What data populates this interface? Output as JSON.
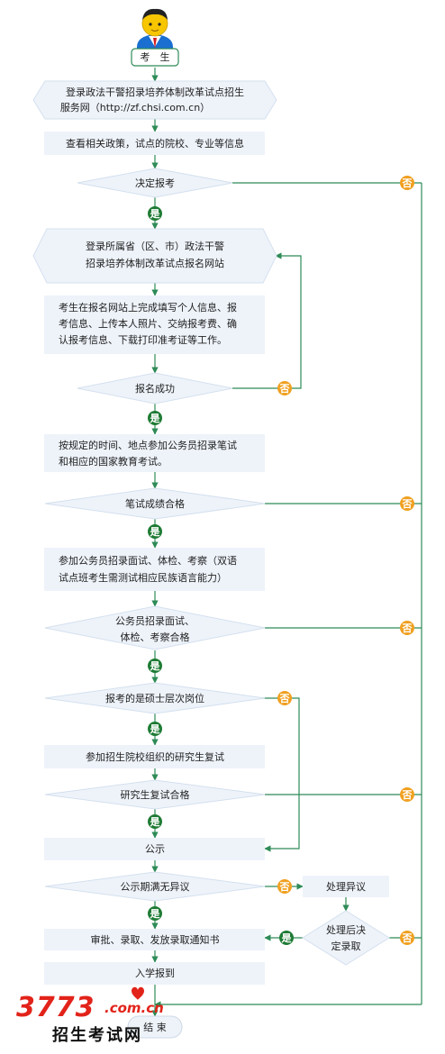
{
  "start_label": "考　生",
  "end_label": "结 束",
  "yes_label": "是",
  "no_label": "否",
  "steps": {
    "login_site_line1": "登录政法干警招录培养体制改革试点招生",
    "login_site_line2": "服务网（http://zf.chsi.com.cn）",
    "view_policy": "查看相关政策，试点的院校、专业等信息",
    "decide": "决定报考",
    "login_province_line1": "登录所属省（区、市）政法干警",
    "login_province_line2": "招录培养体制改革试点报名网站",
    "fill_info_line1": "考生在报名网站上完成填写个人信息、报",
    "fill_info_line2": "考信息、上传本人照片、交纳报考费、确",
    "fill_info_line3": "认报考信息、下载打印准考证等工作。",
    "reg_success": "报名成功",
    "written_exam_line1": "按规定的时间、地点参加公务员招录笔试",
    "written_exam_line2": "和相应的国家教育考试。",
    "written_pass": "笔试成绩合格",
    "interview_line1": "参加公务员招录面试、体检、考察（双语",
    "interview_line2": "试点班考生需测试相应民族语言能力）",
    "interview_pass_line1": "公务员招录面试、",
    "interview_pass_line2": "体检、考察合格",
    "master_post": "报考的是硕士层次岗位",
    "grad_retest": "参加招生院校组织的研究生复试",
    "retest_pass": "研究生复试合格",
    "publicity": "公示",
    "no_objection": "公示期满无异议",
    "handle_objection": "处理异议",
    "decide_after_line1": "处理后决",
    "decide_after_line2": "定录取",
    "approve": "审批、录取、发放录取通知书",
    "enroll": "入学报到"
  },
  "watermark": {
    "number": "3773",
    "domain": ".com.cn",
    "site_name": "招生考试网"
  },
  "colors": {
    "box_fill": "#eef3fa",
    "line": "#2e8b57",
    "yes_badge": "#1e7b34",
    "no_badge": "#f0a020",
    "watermark_red": "#e2231a"
  }
}
